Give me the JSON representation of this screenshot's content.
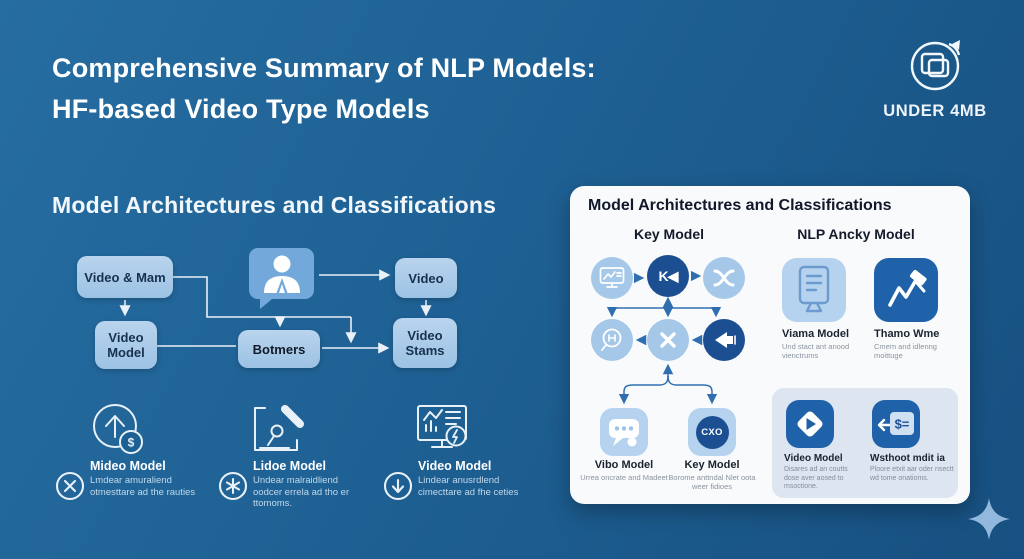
{
  "header": {
    "title_line1": "Comprehensive Summary of NLP Models:",
    "title_line2": "HF-based Video Type Models",
    "logo_caption": "UNDER 4MB"
  },
  "glyphs": {
    "k_node": "K◀",
    "cxo": "CXO",
    "dollar": "$",
    "dollar_eq": "$="
  },
  "left": {
    "heading": "Model Architectures and Classifications",
    "flow": {
      "box1": "Video & Mam",
      "box2": "Video Model",
      "box3": "Botmers",
      "box4": "Video",
      "box5": "Video Stams"
    },
    "features": [
      {
        "title": "Mideo Model",
        "desc": "Lmdear amuraliend otmesttare ad the rauties"
      },
      {
        "title": "Lidoe Model",
        "desc": "Undear malraidliend oodcer errela ad tho er ttomoms."
      },
      {
        "title": "Video Model",
        "desc": "Lindear anusrdlend cimecttare ad fhe ceties"
      }
    ]
  },
  "card": {
    "heading": "Model Architectures and Classifications",
    "col1": "Key Model",
    "col2": "NLP Ancky Model",
    "key_tiles": [
      {
        "title": "Vibo Model",
        "desc": "Urrea oncrate and Madeet"
      },
      {
        "title": "Key Model",
        "desc": "Borome anttndal Nlet oota weer fidioes"
      }
    ],
    "nlp_tiles": [
      {
        "title": "Viama Model",
        "desc": "Und stact ant anood vienctrums"
      },
      {
        "title": "Thamo Wme",
        "desc": "Cmem and idlenng moittuge"
      }
    ],
    "bottom_tiles": [
      {
        "title": "Video Model",
        "desc": "Disares ad an coutts dose aver aosed to msoctione."
      },
      {
        "title": "Wsthoot mdit ia",
        "desc": "Ploore etxit aar oder nsectt wd tome onatioms."
      }
    ]
  },
  "colors": {
    "background": "#1d6093",
    "box_light": "#a6c8e7",
    "card_bg": "#f8fafc",
    "dark_circle": "#1c4f92",
    "tile_dark": "#2062a9",
    "tile_light": "#b5d2ee"
  }
}
